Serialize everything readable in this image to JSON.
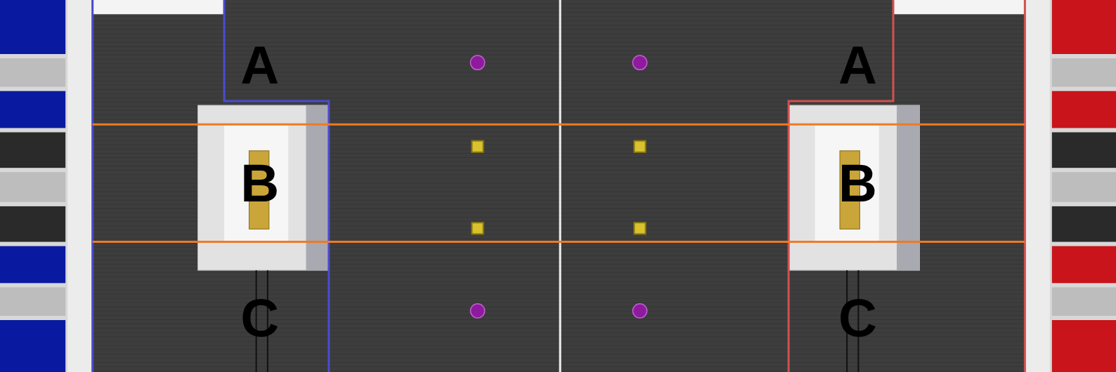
{
  "diagram": {
    "labels": [
      "A",
      "A",
      "B",
      "B",
      "C",
      "C"
    ]
  }
}
